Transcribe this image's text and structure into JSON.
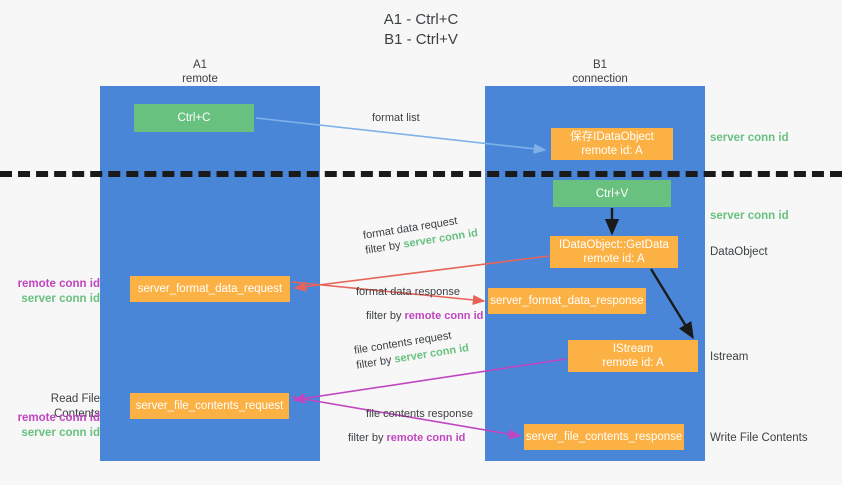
{
  "title": {
    "line1": "A1 - Ctrl+C",
    "line2": "B1 - Ctrl+V"
  },
  "colors": {
    "lane": "#4a86d8",
    "green_box": "#68c17f",
    "orange_box": "#fbb144",
    "server_conn_id": "#68c17f",
    "remote_conn_id": "#c045c0",
    "blue_arrow": "#7fb3e8",
    "red_arrow": "#e8645a",
    "magenta_arrow": "#c045c0",
    "black_arrow": "#1a1a1a",
    "background": "#f7f7f7"
  },
  "lanes": [
    {
      "name": "A1",
      "sub": "remote"
    },
    {
      "name": "B1",
      "sub": "connection"
    }
  ],
  "boxes": {
    "ctrl_c": "Ctrl+C",
    "ctrl_v": "Ctrl+V",
    "new_idataobject_l1": "保存IDataObject",
    "new_idataobject_l2": "remote id: A",
    "getdata_l1": "IDataObject::GetData",
    "getdata_l2": "remote id: A",
    "istream_l1": "IStream",
    "istream_l2": "remote id: A",
    "server_format_data_request": "server_format_data_request",
    "server_format_data_response": "server_format_data_response",
    "server_file_contents_request": "server_file_contents_request",
    "server_file_contents_response": "server_file_contents_response"
  },
  "side_labels": {
    "server_conn_id_top": "server conn id",
    "server_conn_id_mid": "server conn id",
    "dataobject": "DataObject",
    "istream": "Istream",
    "write_file_contents": "Write File Contents"
  },
  "left_labels": {
    "remote_conn_id_1": "remote conn id",
    "server_conn_id_1": "server conn id",
    "read_file_contents": "Read File Contents",
    "remote_conn_id_2": "remote conn id",
    "server_conn_id_2": "server conn id"
  },
  "edges": {
    "format_list": "format list",
    "format_data_request": "format data request",
    "format_data_request_filter_prefix": "filter by ",
    "format_data_request_filter_value": "server conn id",
    "format_data_response": "format data response",
    "format_data_response_filter_prefix": "filter by ",
    "format_data_response_filter_value": "remote conn id",
    "file_contents_request": "file contents request",
    "file_contents_request_filter_prefix": "filter by ",
    "file_contents_request_filter_value": "server conn id",
    "file_contents_response": "file contents response",
    "file_contents_response_filter_prefix": "filter by ",
    "file_contents_response_filter_value": "remote conn id"
  }
}
